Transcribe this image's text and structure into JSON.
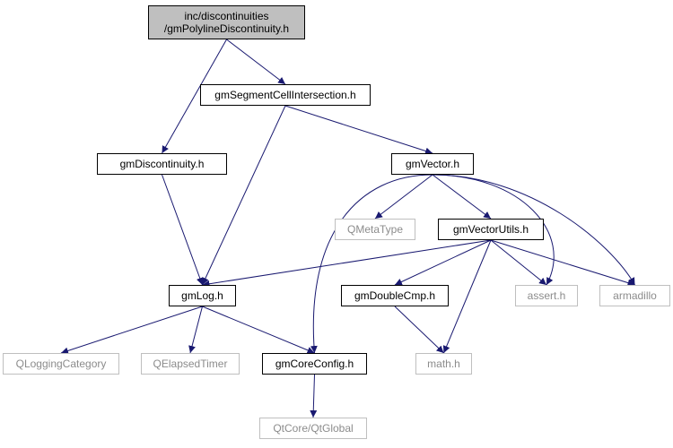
{
  "graph": {
    "edge_color": "#191970",
    "nodes": [
      {
        "id": "root",
        "kind": "root",
        "lines": [
          "inc/discontinuities",
          "/gmPolylineDiscontinuity.h"
        ]
      },
      {
        "id": "segcell",
        "kind": "local",
        "lines": [
          "gmSegmentCellIntersection.h"
        ]
      },
      {
        "id": "disc",
        "kind": "local",
        "lines": [
          "gmDiscontinuity.h"
        ]
      },
      {
        "id": "vector",
        "kind": "local",
        "lines": [
          "gmVector.h"
        ]
      },
      {
        "id": "qmeta",
        "kind": "external",
        "lines": [
          "QMetaType"
        ]
      },
      {
        "id": "vutils",
        "kind": "local",
        "lines": [
          "gmVectorUtils.h"
        ]
      },
      {
        "id": "log",
        "kind": "local",
        "lines": [
          "gmLog.h"
        ]
      },
      {
        "id": "dcmp",
        "kind": "local",
        "lines": [
          "gmDoubleCmp.h"
        ]
      },
      {
        "id": "assert",
        "kind": "external",
        "lines": [
          "assert.h"
        ]
      },
      {
        "id": "armadillo",
        "kind": "external",
        "lines": [
          "armadillo"
        ]
      },
      {
        "id": "qlogcat",
        "kind": "external",
        "lines": [
          "QLoggingCategory"
        ]
      },
      {
        "id": "qelapsed",
        "kind": "external",
        "lines": [
          "QElapsedTimer"
        ]
      },
      {
        "id": "coreconfig",
        "kind": "local",
        "lines": [
          "gmCoreConfig.h"
        ]
      },
      {
        "id": "math",
        "kind": "external",
        "lines": [
          "math.h"
        ]
      },
      {
        "id": "qtglobal",
        "kind": "external",
        "lines": [
          "QtCore/QtGlobal"
        ]
      }
    ],
    "edges": [
      [
        "root",
        "segcell"
      ],
      [
        "root",
        "disc"
      ],
      [
        "segcell",
        "vector"
      ],
      [
        "segcell",
        "log"
      ],
      [
        "disc",
        "log"
      ],
      [
        "vector",
        "qmeta"
      ],
      [
        "vector",
        "vutils"
      ],
      [
        "vector",
        "coreconfig"
      ],
      [
        "vector",
        "assert"
      ],
      [
        "vector",
        "armadillo"
      ],
      [
        "vutils",
        "log"
      ],
      [
        "vutils",
        "dcmp"
      ],
      [
        "vutils",
        "assert"
      ],
      [
        "vutils",
        "armadillo"
      ],
      [
        "vutils",
        "math"
      ],
      [
        "log",
        "qlogcat"
      ],
      [
        "log",
        "qelapsed"
      ],
      [
        "log",
        "coreconfig"
      ],
      [
        "dcmp",
        "math"
      ],
      [
        "coreconfig",
        "qtglobal"
      ]
    ]
  }
}
